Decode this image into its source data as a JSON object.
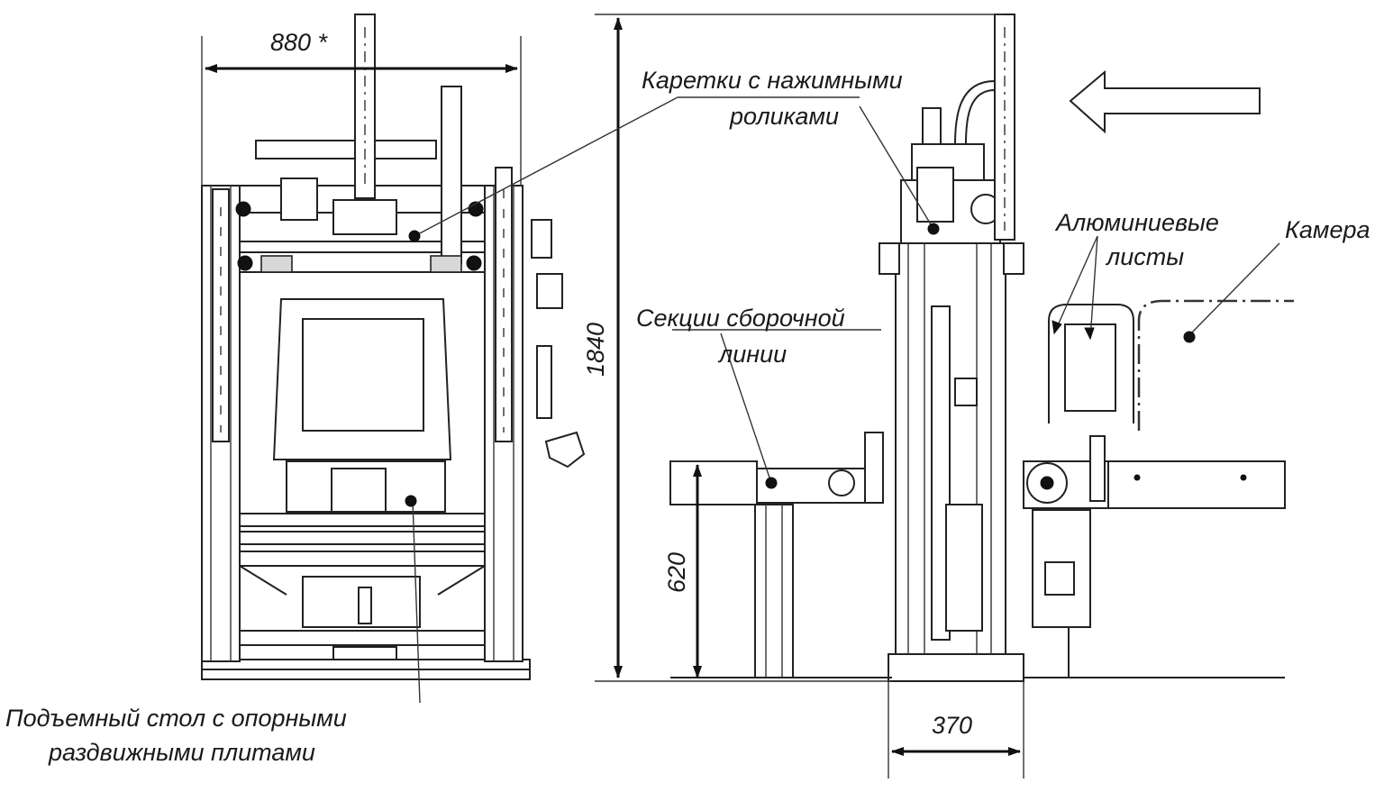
{
  "colors": {
    "ink": "#1a1a1a",
    "background": "#ffffff"
  },
  "dimensions": {
    "width_front": "880 *",
    "height_total": "1840",
    "height_line": "620",
    "width_side": "370"
  },
  "labels": {
    "carriages_line1": "Каретки с нажимными",
    "carriages_line2": "роликами",
    "sections_line1": "Секции сборочной",
    "sections_line2": "линии",
    "aluminum_line1": "Алюминиевые",
    "aluminum_line2": "листы",
    "camera": "Камера",
    "table_line1": "Подъемный стол с опорными",
    "table_line2": "раздвижными плитами"
  },
  "icons": {
    "direction_arrow": "arrow-left-icon"
  }
}
